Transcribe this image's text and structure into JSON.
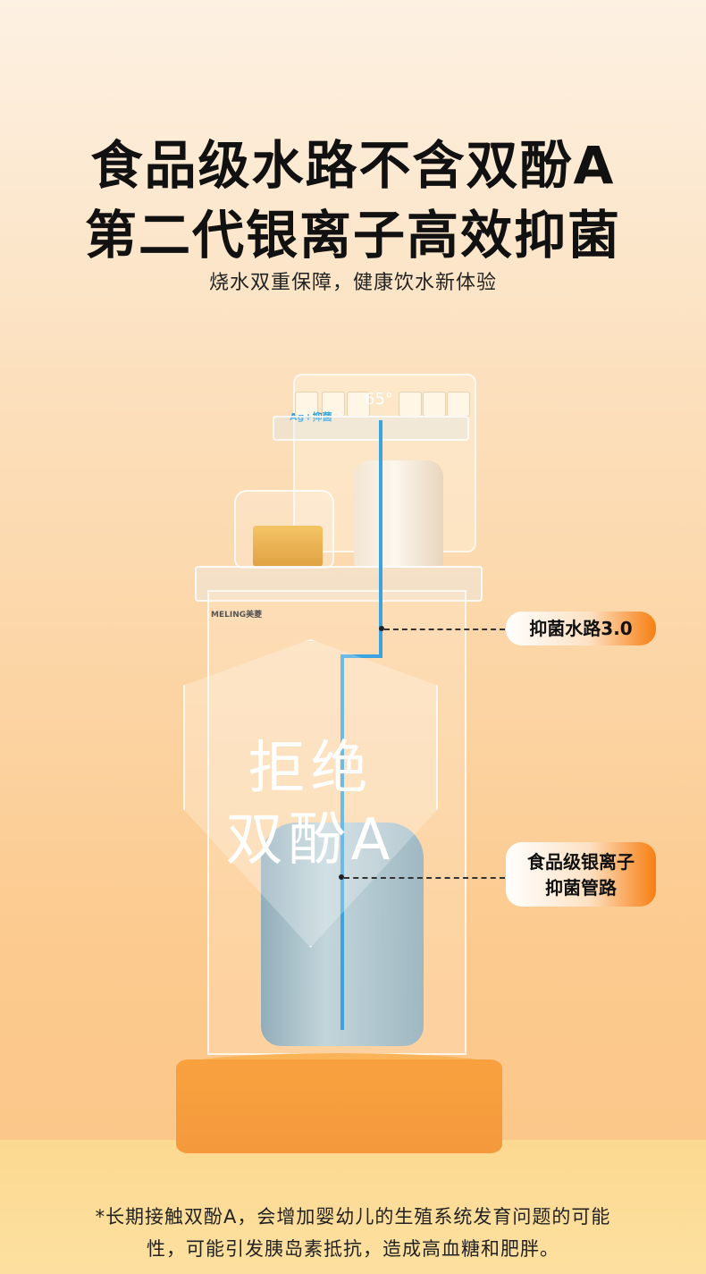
{
  "headline": {
    "line1": "食品级水路不含双酚A",
    "line2": "第二代银离子高效抑菌",
    "subtitle": "烧水双重保障，健康饮水新体验"
  },
  "product": {
    "brand_logo": "MELING美菱",
    "display_temp": "65°",
    "display_label": "Ag+抑菌"
  },
  "shield": {
    "line1": "拒绝",
    "line2": "双酚A"
  },
  "callouts": [
    {
      "label": "抑菌水路3.0"
    },
    {
      "line1": "食品级银离子",
      "line2": "抑菌管路"
    }
  ],
  "footnote": {
    "line1": "*长期接触双酚A，会增加婴幼儿的生殖系统发育问题的可能",
    "line2": "性，可能引发胰岛素抵抗，造成高血糖和肥胖。"
  },
  "colors": {
    "accent": "#f77f12",
    "pipe": "#3aa3e0",
    "pedestal": "#f49a3d"
  }
}
